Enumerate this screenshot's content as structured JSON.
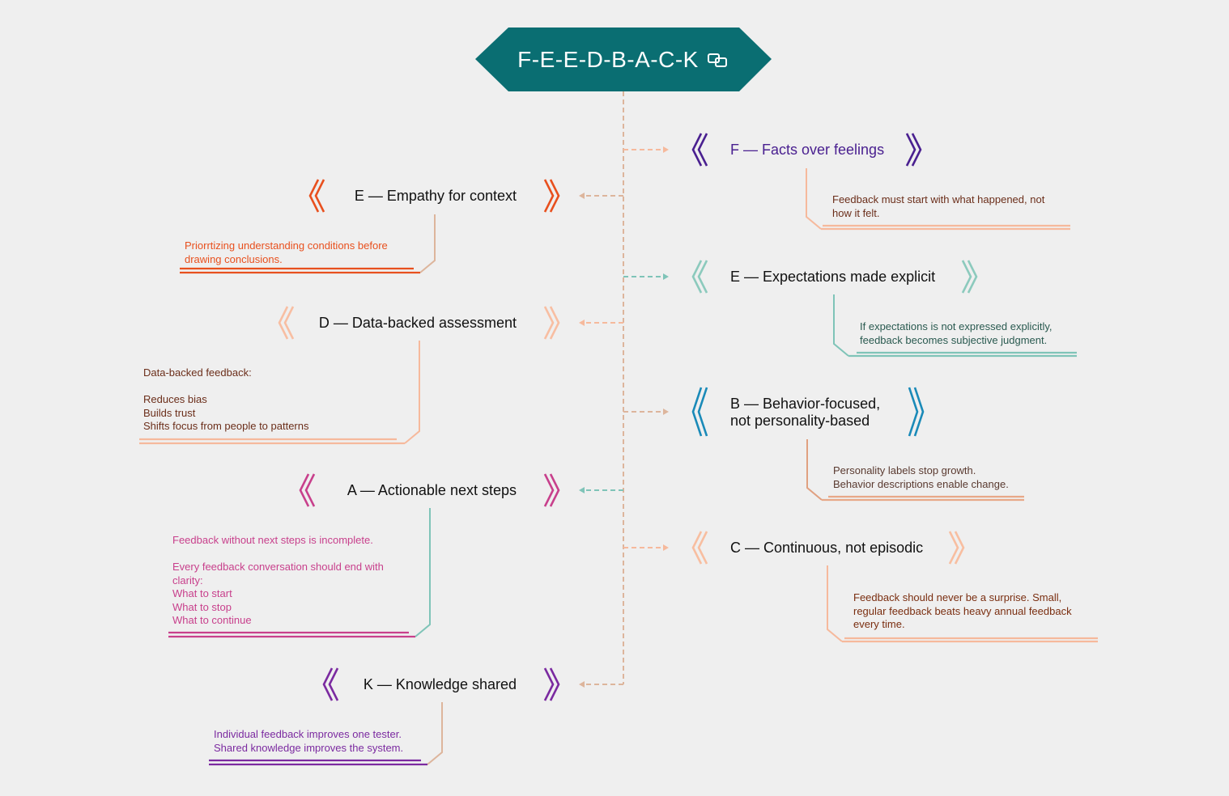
{
  "header": {
    "title": "F-E-E-D-B-A-C-K",
    "icon": "link-icon",
    "color": "#0a6e72"
  },
  "topics": {
    "f": {
      "title": "F — Facts over feelings",
      "desc": "Feedback must start with what happened, not\nhow it felt.",
      "color": "#4a2090"
    },
    "e1": {
      "title": "E — Empathy for context",
      "desc": "Priorrtizing understanding conditions before\ndrawing conclusions.",
      "color": "#e8501e"
    },
    "e2": {
      "title": "E — Expectations made explicit",
      "desc": "If expectations is not expressed explicitly,\nfeedback becomes subjective judgment.",
      "color": "#8ccabd"
    },
    "d": {
      "title": "D — Data-backed assessment",
      "desc": "Data-backed feedback:\n\nReduces bias\nBuilds trust\nShifts focus from people to patterns",
      "color": "#f8bea2"
    },
    "b": {
      "title": "B — Behavior-focused,\nnot personality-based",
      "desc": "Personality labels stop growth.\nBehavior descriptions enable change.",
      "color": "#1a8ab8"
    },
    "a": {
      "title": "A — Actionable next steps",
      "desc": "Feedback without next steps is incomplete.\n\nEvery feedback conversation should end with\nclarity:\nWhat to start\nWhat to stop\nWhat to continue",
      "color": "#c8408c"
    },
    "c": {
      "title": "C — Continuous, not episodic",
      "desc": "Feedback should never be a surprise. Small,\nregular feedback beats heavy annual feedback\nevery time.",
      "color": "#f8bea0"
    },
    "k": {
      "title": "K — Knowledge shared",
      "desc": "Individual feedback improves one tester.\nShared knowledge improves the system.",
      "color": "#7b2aa0"
    }
  }
}
